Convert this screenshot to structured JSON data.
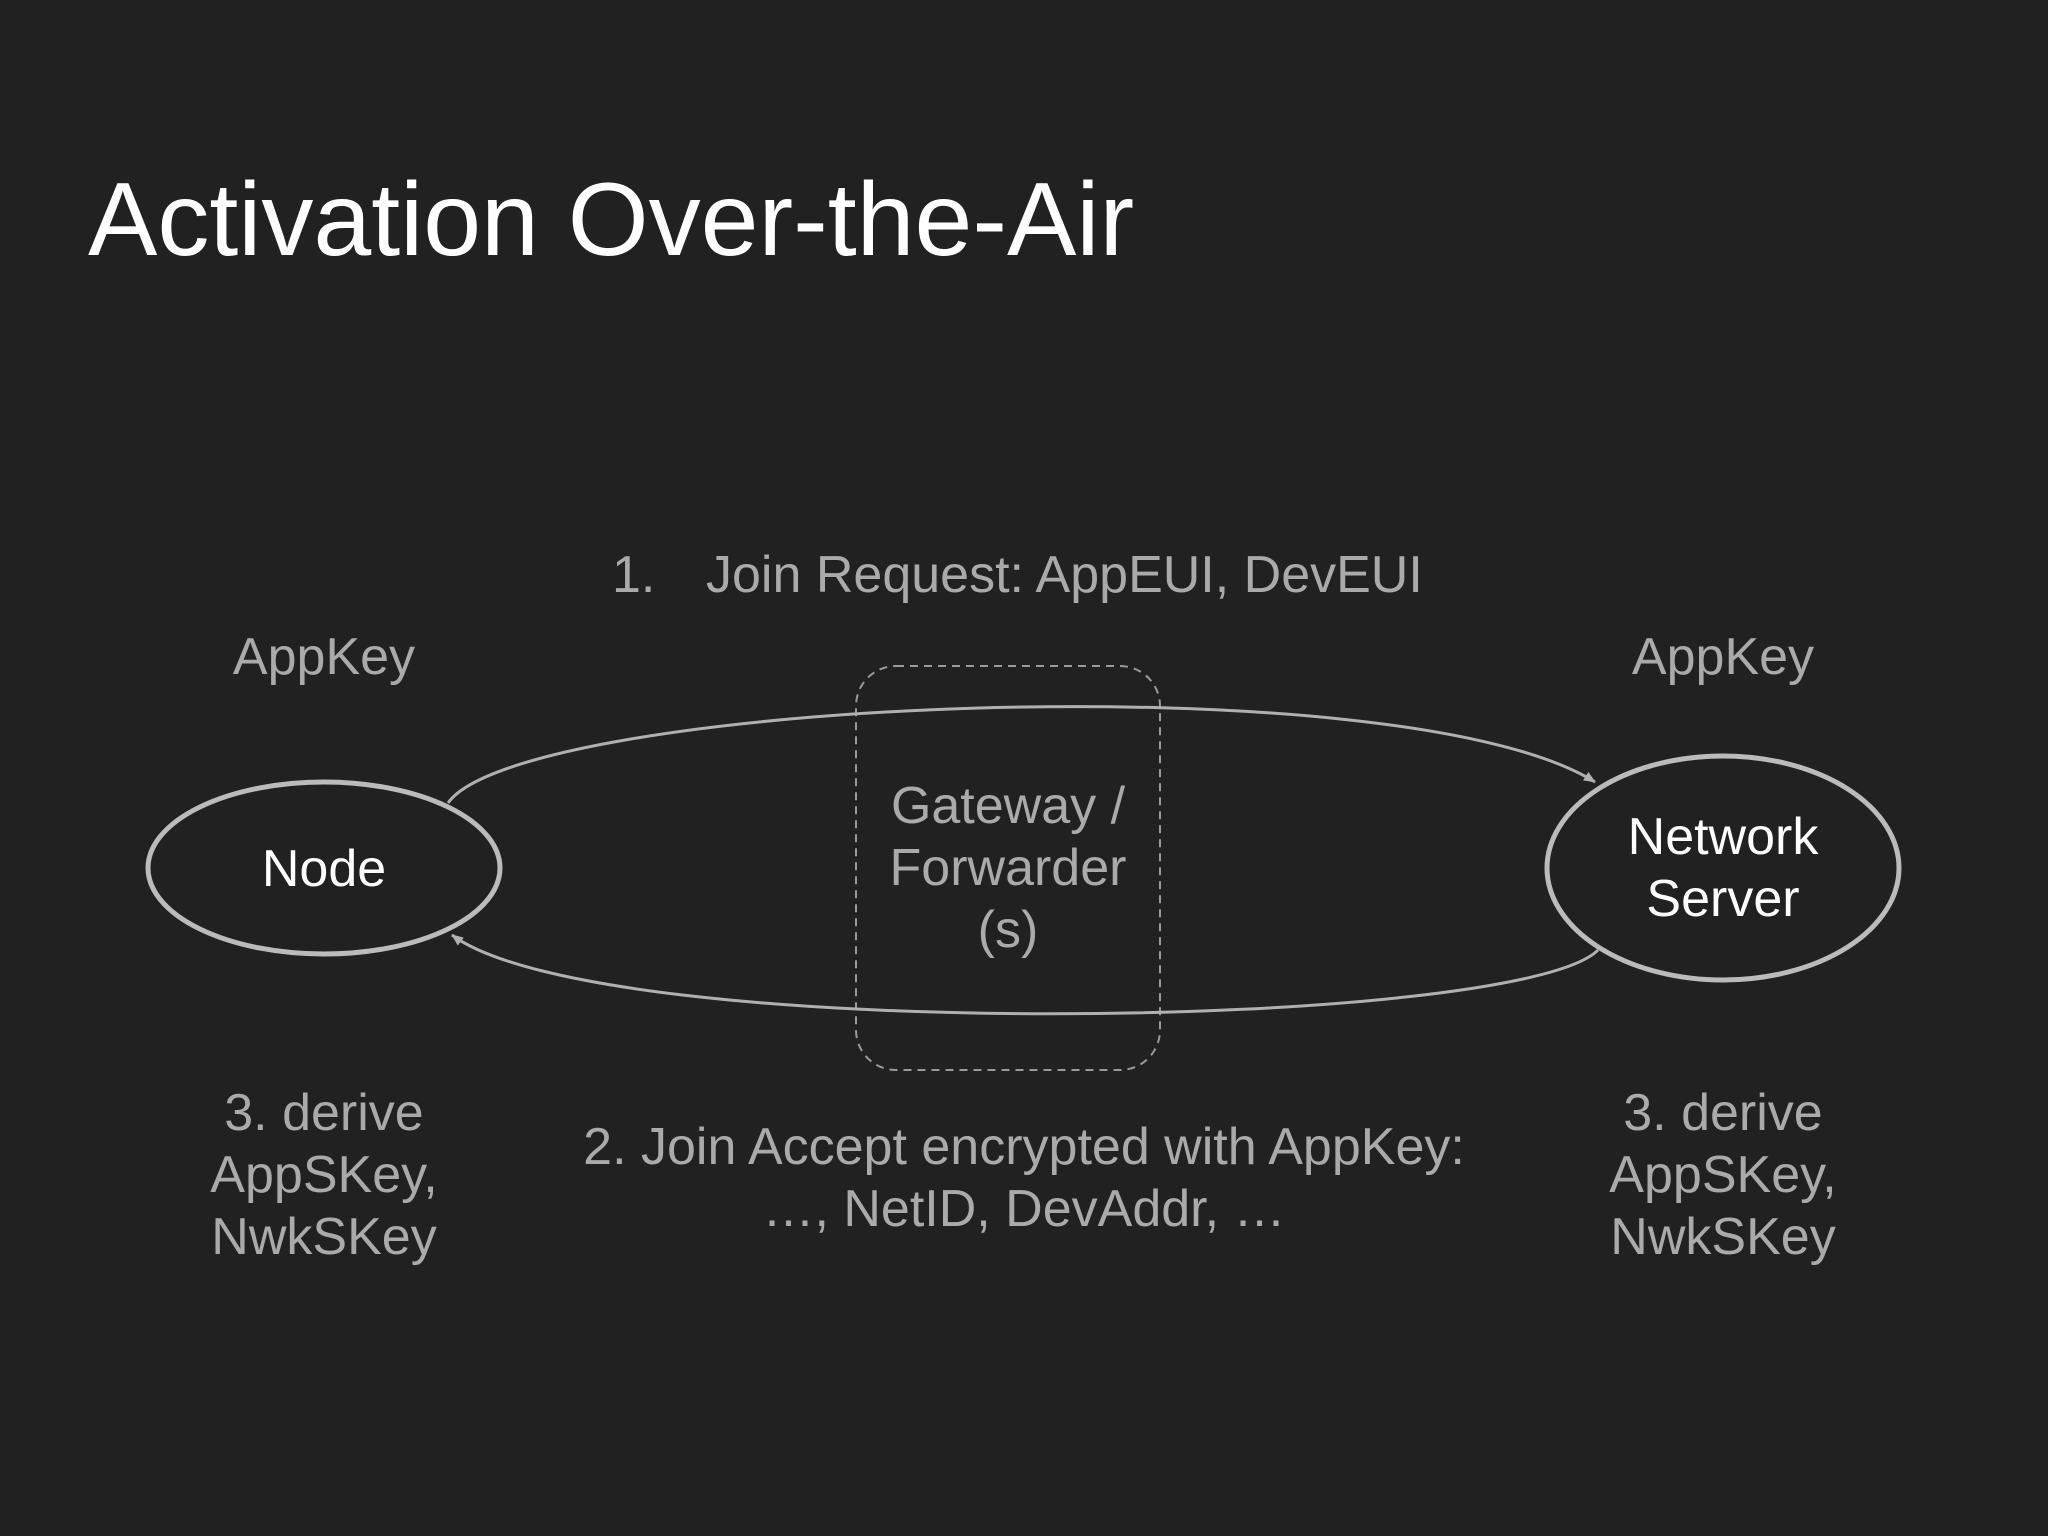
{
  "slide": {
    "title": "Activation Over-the-Air"
  },
  "diagram": {
    "step1": {
      "number": "1.",
      "text": "Join Request: AppEUI, DevEUI"
    },
    "step2": {
      "line1": "2. Join Accept encrypted with AppKey:",
      "line2": "…, NetID, DevAddr, …"
    },
    "node": {
      "label": "Node",
      "key": "AppKey",
      "derive": [
        "3. derive",
        "AppSKey,",
        "NwkSKey"
      ]
    },
    "server": {
      "label_lines": [
        "Network",
        "Server"
      ],
      "key": "AppKey",
      "derive": [
        "3. derive",
        "AppSKey,",
        "NwkSKey"
      ]
    },
    "gateway": {
      "label_lines": [
        "Gateway /",
        "Forwarder",
        "(s)"
      ]
    },
    "colors": {
      "background": "#212121",
      "title": "#ffffff",
      "label": "#aaaaaa",
      "stroke": "#bbbbbb"
    }
  }
}
